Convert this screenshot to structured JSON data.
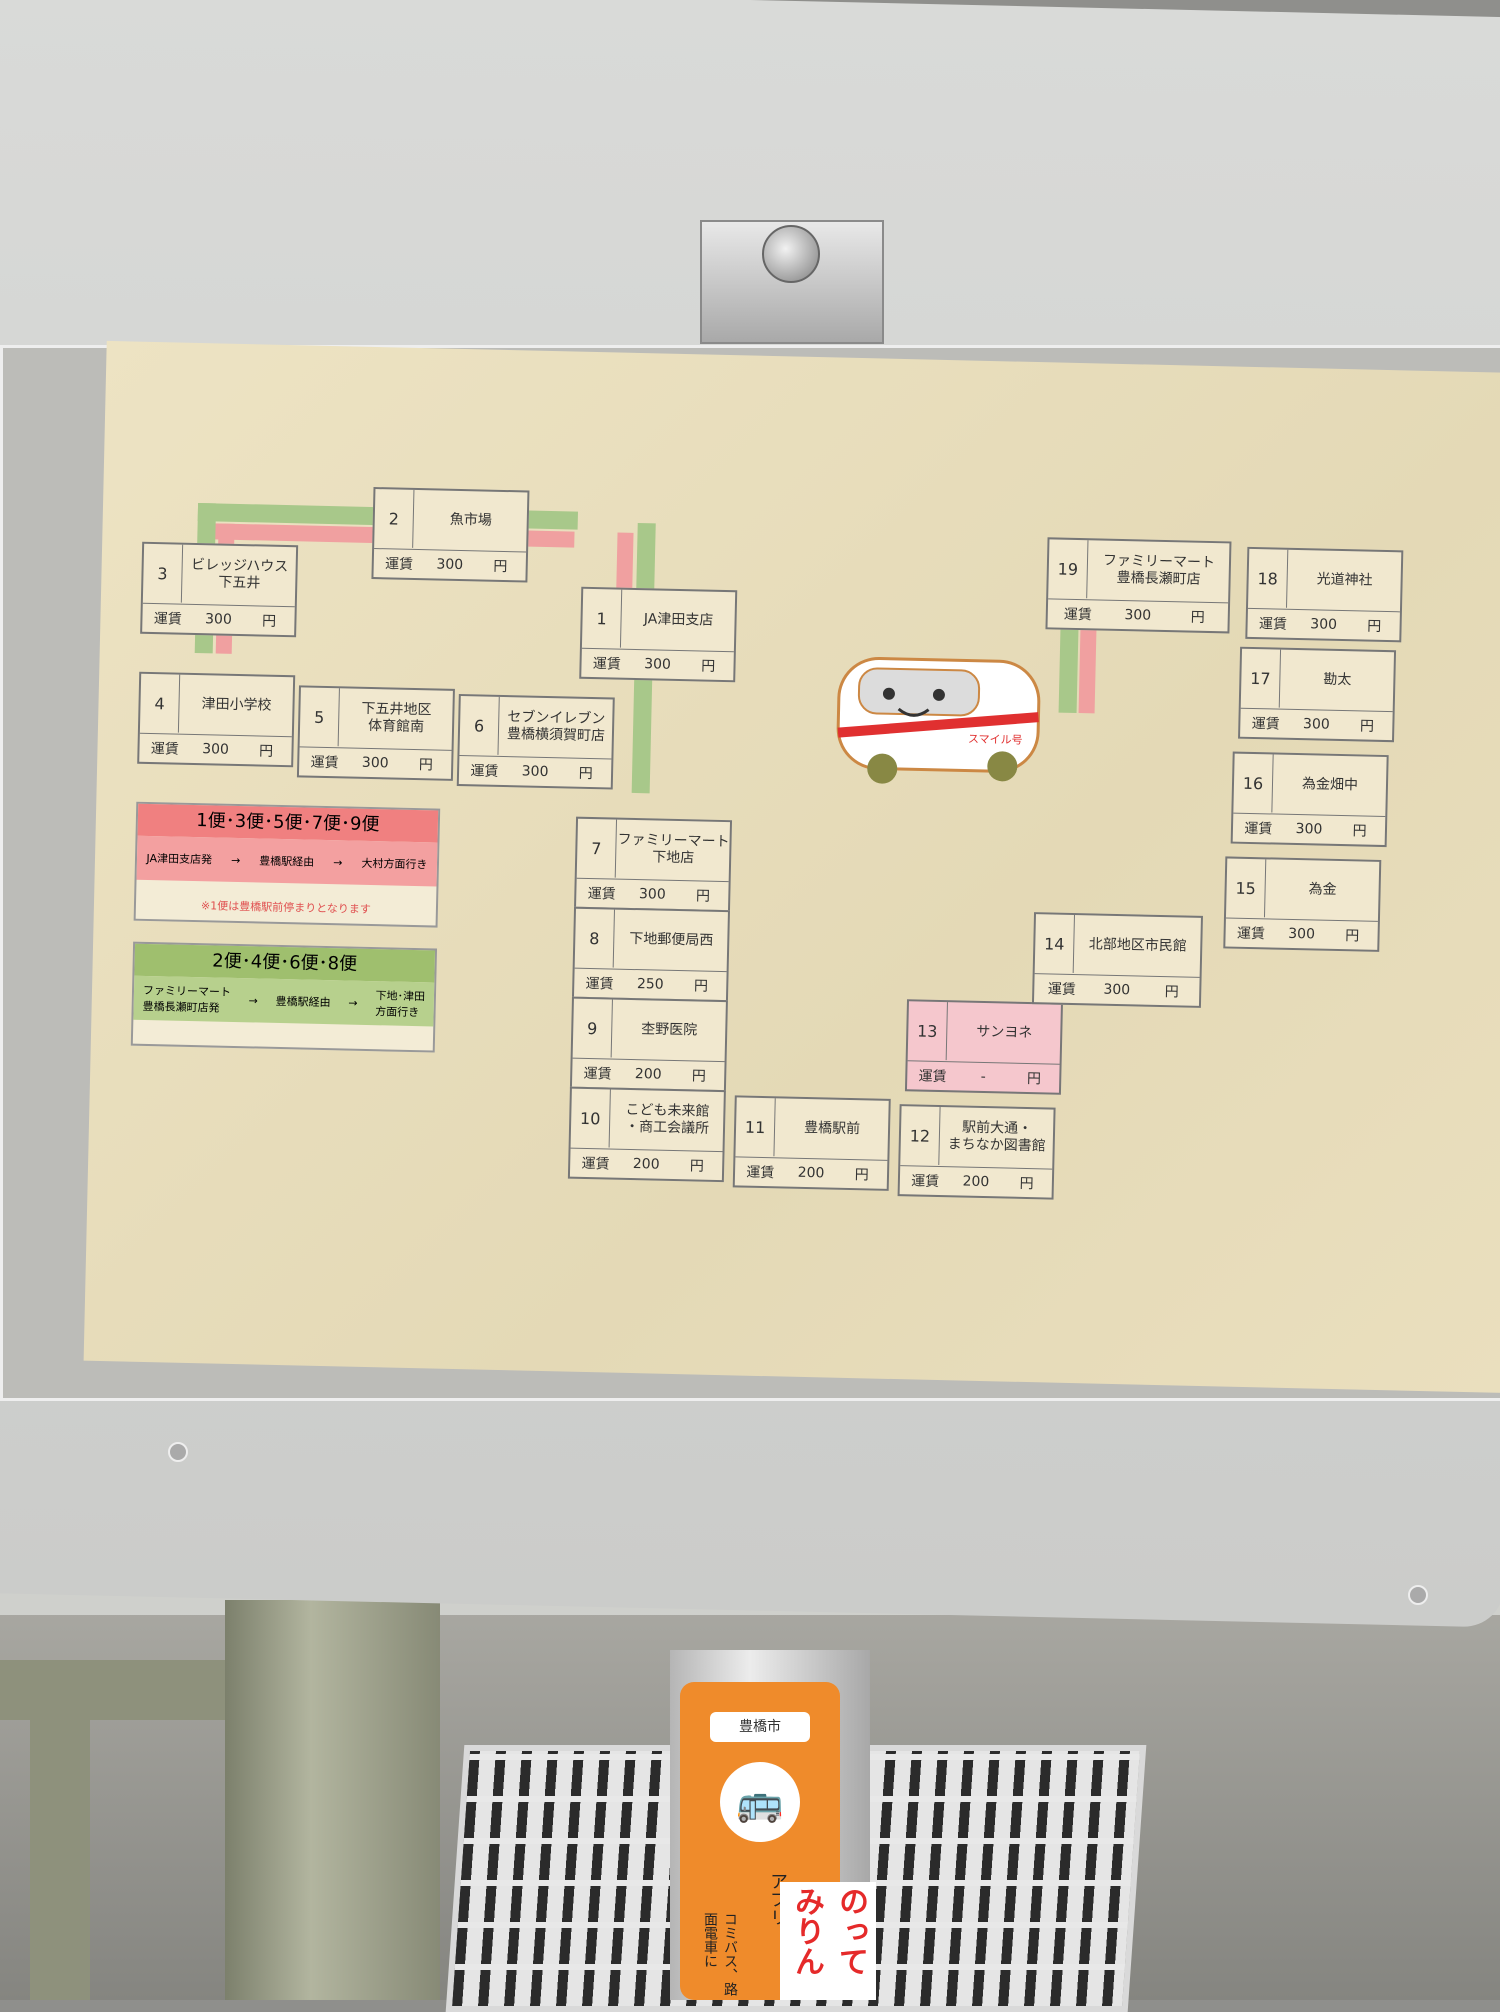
{
  "stops": [
    {
      "num": "2",
      "name": "魚市場",
      "fare_label": "運賃",
      "fare": "300",
      "unit": "円"
    },
    {
      "num": "3",
      "name": "ビレッジハウス\n下五井",
      "fare_label": "運賃",
      "fare": "300",
      "unit": "円"
    },
    {
      "num": "1",
      "name": "JA津田支店",
      "fare_label": "運賃",
      "fare": "300",
      "unit": "円"
    },
    {
      "num": "4",
      "name": "津田小学校",
      "fare_label": "運賃",
      "fare": "300",
      "unit": "円"
    },
    {
      "num": "5",
      "name": "下五井地区\n体育館南",
      "fare_label": "運賃",
      "fare": "300",
      "unit": "円"
    },
    {
      "num": "6",
      "name": "セブンイレブン\n豊橋横須賀町店",
      "fare_label": "運賃",
      "fare": "300",
      "unit": "円"
    },
    {
      "num": "7",
      "name": "ファミリーマート\n下地店",
      "fare_label": "運賃",
      "fare": "300",
      "unit": "円"
    },
    {
      "num": "8",
      "name": "下地郵便局西",
      "fare_label": "運賃",
      "fare": "250",
      "unit": "円"
    },
    {
      "num": "9",
      "name": "杢野医院",
      "fare_label": "運賃",
      "fare": "200",
      "unit": "円"
    },
    {
      "num": "10",
      "name": "こども未来館\n・商工会議所",
      "fare_label": "運賃",
      "fare": "200",
      "unit": "円"
    },
    {
      "num": "11",
      "name": "豊橋駅前",
      "fare_label": "運賃",
      "fare": "200",
      "unit": "円"
    },
    {
      "num": "12",
      "name": "駅前大通・\nまちなか図書館",
      "fare_label": "運賃",
      "fare": "200",
      "unit": "円"
    },
    {
      "num": "13",
      "name": "サンヨネ",
      "fare_label": "運賃",
      "fare": "-",
      "unit": "円"
    },
    {
      "num": "14",
      "name": "北部地区市民館",
      "fare_label": "運賃",
      "fare": "300",
      "unit": "円"
    },
    {
      "num": "15",
      "name": "為金",
      "fare_label": "運賃",
      "fare": "300",
      "unit": "円"
    },
    {
      "num": "16",
      "name": "為金畑中",
      "fare_label": "運賃",
      "fare": "300",
      "unit": "円"
    },
    {
      "num": "17",
      "name": "勘太",
      "fare_label": "運賃",
      "fare": "300",
      "unit": "円"
    },
    {
      "num": "18",
      "name": "光道神社",
      "fare_label": "運賃",
      "fare": "300",
      "unit": "円"
    },
    {
      "num": "19",
      "name": "ファミリーマート\n豊橋長瀬町店",
      "fare_label": "運賃",
      "fare": "300",
      "unit": "円"
    }
  ],
  "legend_red": {
    "header": "1便･3便･5便･7便･9便",
    "from": "JA津田支店発",
    "via": "豊橋駅経由",
    "to": "大村方面行き",
    "note": "※1便は豊橋駅前停まりとなります",
    "color": "#f08080"
  },
  "legend_green": {
    "header": "2便･4便･6便･8便",
    "from": "ファミリーマート\n豊橋長瀬町店発",
    "via": "豊橋駅経由",
    "to": "下地･津田\n方面行き",
    "color": "#9fbf6e"
  },
  "bus_label": "スマイル号",
  "sticker": {
    "city": "豊橋市",
    "app": "アプリ",
    "title": "のってみりん",
    "sub": "コミバス、路面電車に"
  }
}
